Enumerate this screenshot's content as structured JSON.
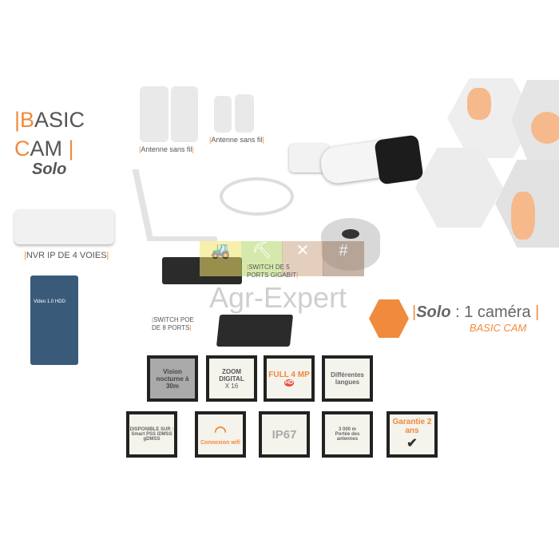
{
  "title": {
    "b_letter": "B",
    "b_rest": "ASIC",
    "c_letter": "C",
    "c_rest": "AM",
    "solo": "Solo"
  },
  "labels": {
    "nvr": "NVR IP DE 4 VOIES",
    "antenna1": "Antenne sans fil",
    "antenna2": "Antenne sans fil",
    "switch5": "SWITCH DE 5 PORTS GIGABIT",
    "switch8": "SWITCH POE DE 8 PORTS",
    "hdd": "Video 1.0 HDD"
  },
  "watermark": "Agr-Expert",
  "badge": {
    "solo": "Solo",
    "sep": " : ",
    "count": "1 caméra",
    "sub": "BASIC CAM"
  },
  "features": [
    {
      "text": "Vision nocturne à 30m"
    },
    {
      "text": "ZOOM DIGITAL",
      "extra": "X 16"
    },
    {
      "text": "FULL 4 MP",
      "extra": "HD"
    },
    {
      "text": "Différentes langues"
    },
    {
      "text": "DISPONIBLE SUR : Smart PSS iDMSS gDMSS"
    },
    {
      "text": "Connexion wifi"
    },
    {
      "text": "IP67"
    },
    {
      "text": "3 000 m",
      "extra": "Portée des antennes"
    },
    {
      "text": "Garantie 2 ans"
    }
  ],
  "colors": {
    "accent": "#f08a3c"
  }
}
